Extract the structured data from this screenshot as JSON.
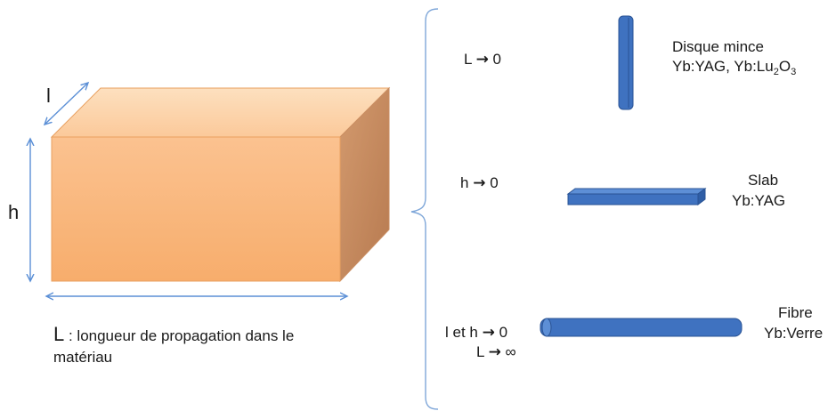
{
  "box": {
    "label_l": "l",
    "label_h": "h",
    "caption_symbol": "L",
    "caption_line1": " : longueur de propagation dans le",
    "caption_line2": "matériau"
  },
  "cases": {
    "disk": {
      "condition_var": "L",
      "condition_arrow": "→",
      "condition_value": "0",
      "name": "Disque mince",
      "materials_a": "Yb:YAG, Yb:Lu",
      "sub1": "2",
      "materials_b": "O",
      "sub2": "3"
    },
    "slab": {
      "condition_var": "h",
      "condition_arrow": "→",
      "condition_value": "0",
      "name": "Slab",
      "material": "Yb:YAG"
    },
    "fiber": {
      "condition1_var": "l et h",
      "condition1_arrow": "→",
      "condition1_value": "0",
      "condition2_var": "L",
      "condition2_arrow": "→",
      "condition2_value": "∞",
      "name": "Fibre",
      "material": "Yb:Verre"
    }
  },
  "colors": {
    "box_front": "#f9b97e",
    "box_top": "#fcd3a8",
    "box_side": "#c98d62",
    "box_edge": "#e8a060",
    "dimension_arrow": "#5b8fd6",
    "brace": "#7fa7d9",
    "shape_fill": "#3f72c0",
    "shape_edge": "#2a5394"
  }
}
